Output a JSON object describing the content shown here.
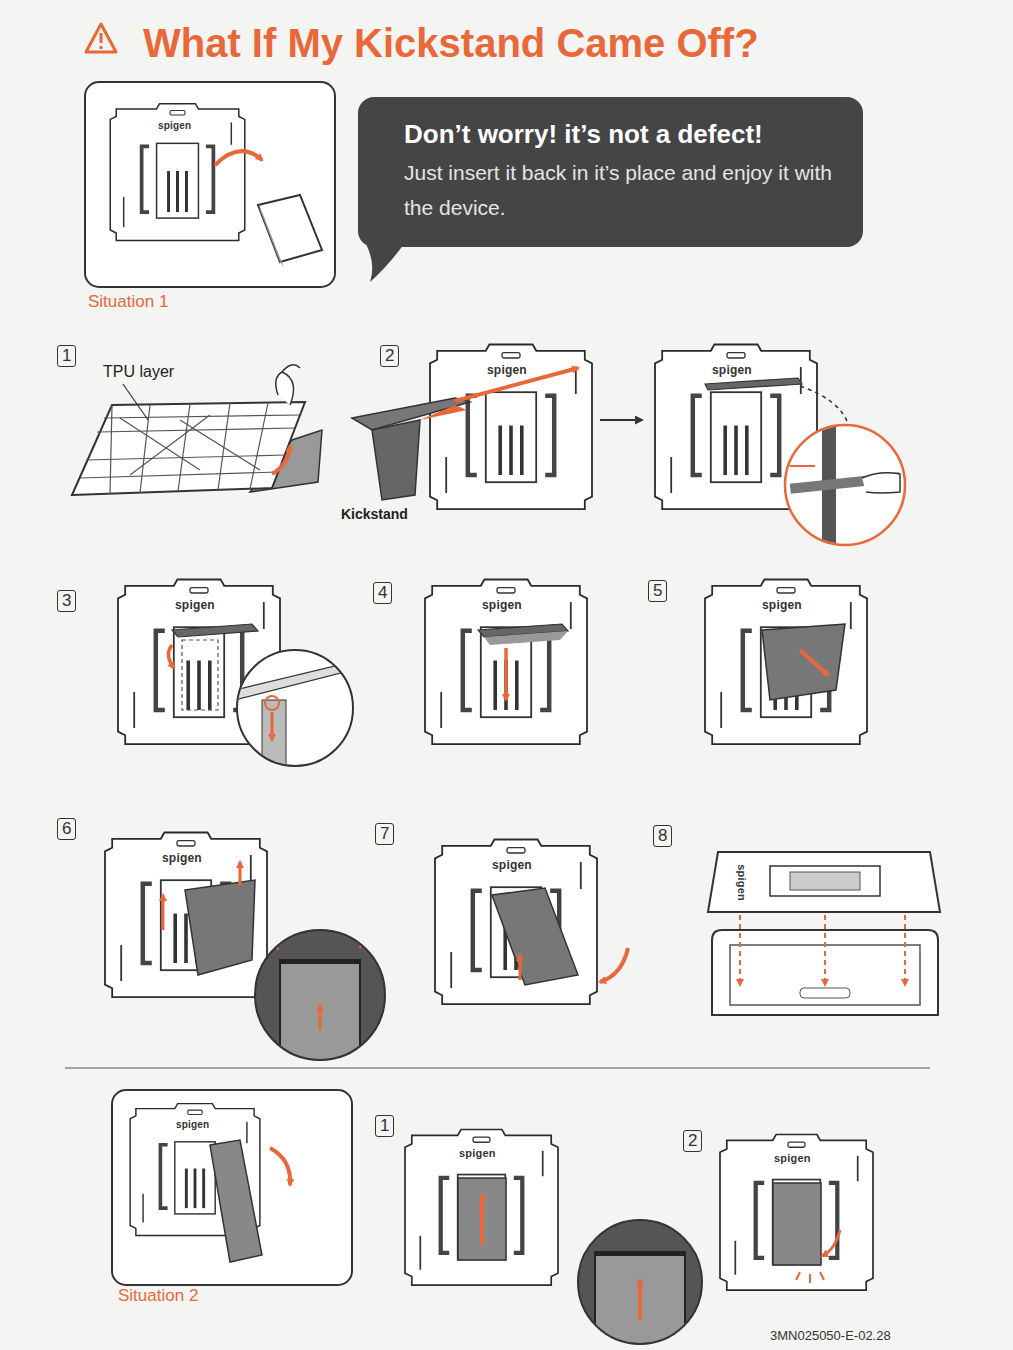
{
  "diagram": {
    "title": "What If My Kickstand Came Off?",
    "nodes": [
      {
        "text": [
          "Don’t worry! it’s not a defect!",
          "Just insert it back in it’s place and enjoy it with the device."
        ]
      }
    ],
    "labels": [
      "spigen",
      "Situation 1",
      "1",
      "TPU layer",
      "2",
      "spigen",
      "spigen",
      "Kickstand",
      "3",
      "spigen",
      "4",
      "spigen",
      "5",
      "spigen",
      "6",
      "spigen",
      "7",
      "spigen",
      "8",
      "spigen",
      "spigen",
      "Situation 2",
      "1",
      "spigen",
      "2",
      "spigen",
      "3MN025050-E-02.28"
    ]
  }
}
